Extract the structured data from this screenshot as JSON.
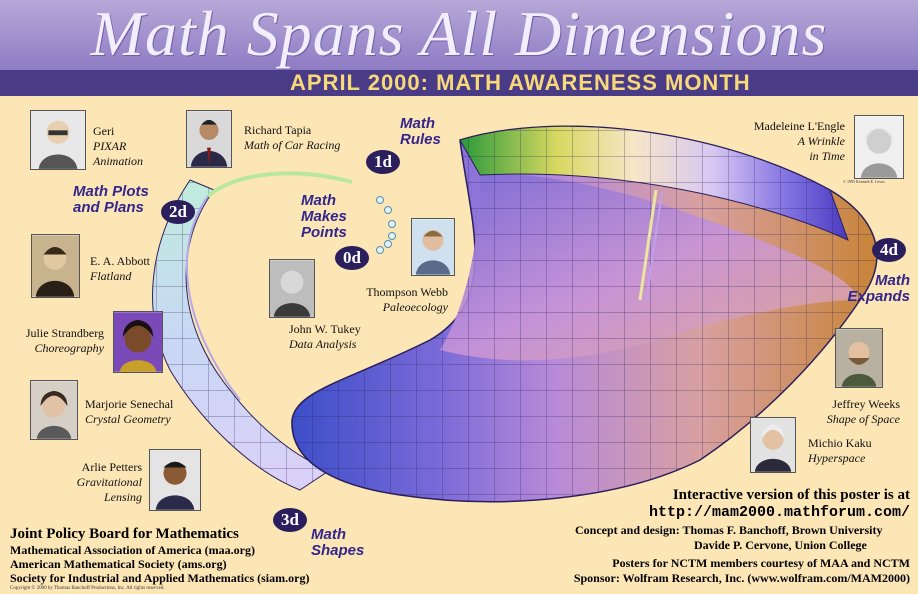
{
  "header": {
    "title": "Math Spans All Dimensions",
    "subtitle": "APRIL 2000: MATH AWARENESS MONTH"
  },
  "colors": {
    "background": "#fce6b6",
    "header_purple": "#8e7cc4",
    "band_navy": "#4a3b86",
    "subtitle_gold": "#f8d97a",
    "dimension_label": "#33268c",
    "badge": "#2a1f5c"
  },
  "dimensions": {
    "d0": {
      "badge": "0d",
      "label_line1": "Math",
      "label_line2": "Makes",
      "label_line3": "Points"
    },
    "d1": {
      "badge": "1d",
      "label_line1": "Math",
      "label_line2": "Rules"
    },
    "d2": {
      "badge": "2d",
      "label_line1": "Math Plots",
      "label_line2": "and Plans"
    },
    "d3": {
      "badge": "3d",
      "label_line1": "Math",
      "label_line2": "Shapes"
    },
    "d4": {
      "badge": "4d",
      "label_line1": "Math",
      "label_line2": "Expands"
    }
  },
  "people": {
    "geri": {
      "name": "Geri",
      "role1": "PIXAR",
      "role2": "Animation"
    },
    "tapia": {
      "name": "Richard Tapia",
      "role1": "Math of Car Racing"
    },
    "lengle": {
      "name": "Madeleine L'Engle",
      "role1": "A Wrinkle",
      "role2": "in Time",
      "credit": "© 1995 Kenneth E. Lewis"
    },
    "abbott": {
      "name": "E. A. Abbott",
      "role1": "Flatland"
    },
    "webb": {
      "name": "Thompson Webb",
      "role1": "Paleoecology"
    },
    "tukey": {
      "name": "John W. Tukey",
      "role1": "Data Analysis"
    },
    "strandberg": {
      "name": "Julie Strandberg",
      "role1": "Choreography"
    },
    "senechal": {
      "name": "Marjorie Senechal",
      "role1": "Crystal Geometry"
    },
    "weeks": {
      "name": "Jeffrey Weeks",
      "role1": "Shape of Space"
    },
    "kaku": {
      "name": "Michio Kaku",
      "role1": "Hyperspace"
    },
    "petters": {
      "name": "Arlie Petters",
      "role1": "Gravitational",
      "role2": "Lensing"
    }
  },
  "footer_left": {
    "heading": "Joint Policy Board for Mathematics",
    "line1": "Mathematical Association of America (maa.org)",
    "line2": "American Mathematical Society (ams.org)",
    "line3": "Society for Industrial and Applied Mathematics (siam.org)",
    "copyright": "Copyright © 2000 by Thomas Banchoff Productions, Inc. All rights reserved."
  },
  "footer_right": {
    "interactive": "Interactive version of this poster is at",
    "url": "http://mam2000.mathforum.com/",
    "concept": "Concept and design: Thomas F. Banchoff, Brown University",
    "concept2": "Davide P. Cervone, Union College",
    "posters": "Posters for NCTM members courtesy of MAA and NCTM",
    "sponsor": "Sponsor: Wolfram Research, Inc.  (www.wolfram.com/MAM2000)"
  },
  "icons": {
    "surface": "rainbow-hyperbolic-surface-graphic",
    "portrait": "person-portrait-photo"
  }
}
